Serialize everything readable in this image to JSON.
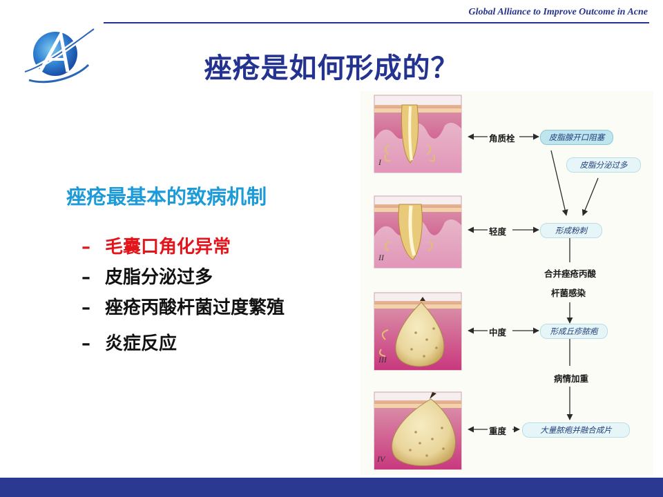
{
  "header": {
    "org_name": "Global Alliance to Improve Outcome in Acne"
  },
  "title": "痤疮是如何形成的？",
  "subheading": "痤疮最基本的致病机制",
  "bullets": [
    {
      "dash": "–",
      "text": "毛囊口角化异常",
      "color": "#e4141b"
    },
    {
      "dash": "–",
      "text": "皮脂分泌过多"
    },
    {
      "dash": "–",
      "text": "痤疮丙酸杆菌过度繁殖"
    },
    {
      "dash": "–",
      "text": "炎症反应"
    }
  ],
  "figure": {
    "stages": [
      {
        "roman": "I",
        "label": "角质栓",
        "result": "皮脂腺开口阻塞"
      },
      {
        "roman": "II",
        "label": "轻度",
        "result": "形成粉刺"
      },
      {
        "roman": "III",
        "label": "中度",
        "result": "形成丘疹脓疱"
      },
      {
        "roman": "IV",
        "label": "重度",
        "result": "大量脓疱并融合成片"
      }
    ],
    "side_note": "皮脂分泌过多",
    "between_1": [
      "合并痤疮丙酸",
      "杆菌感染"
    ],
    "between_2": "病情加重"
  },
  "colors": {
    "brand_blue": "#25338f",
    "subheading": "#1c9bd8",
    "alert_red": "#e4141b",
    "footer": "#2b3990"
  }
}
